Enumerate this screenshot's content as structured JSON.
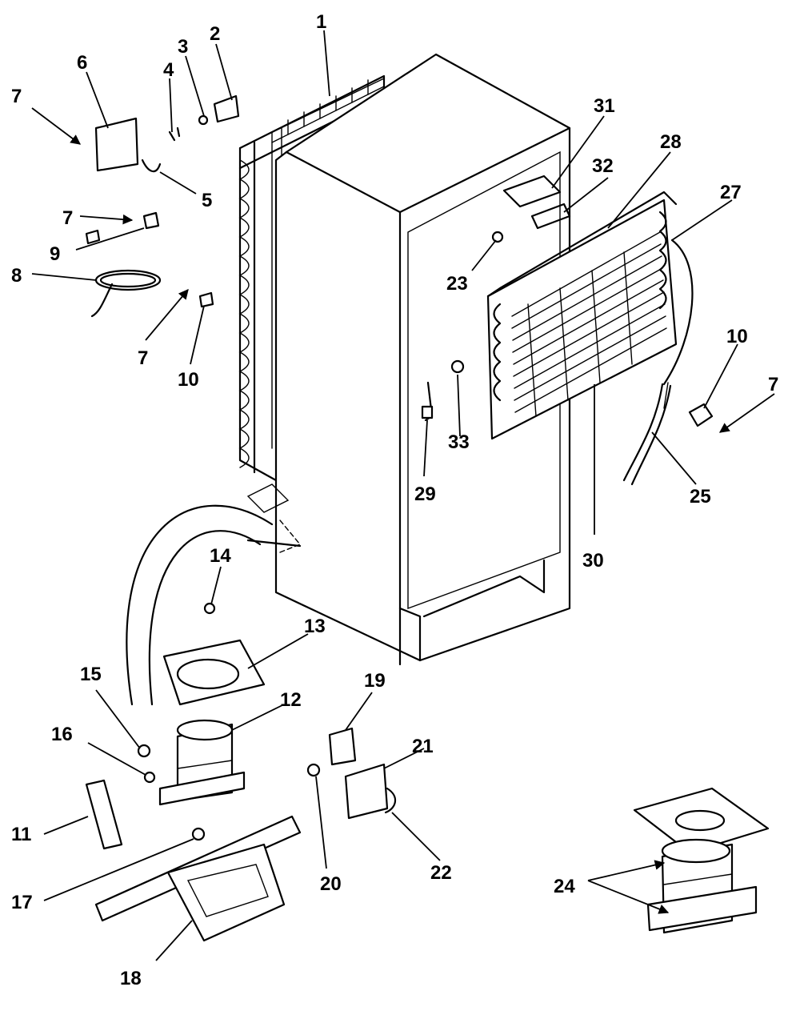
{
  "callouts": {
    "c1": "1",
    "c2": "2",
    "c3": "3",
    "c4": "4",
    "c5": "5",
    "c6": "6",
    "c7a": "7",
    "c7b": "7",
    "c7c": "7",
    "c7d": "7",
    "c8": "8",
    "c9": "9",
    "c10a": "10",
    "c10b": "10",
    "c11": "11",
    "c12": "12",
    "c13": "13",
    "c14": "14",
    "c15": "15",
    "c16": "16",
    "c17": "17",
    "c18": "18",
    "c19": "19",
    "c20": "20",
    "c21": "21",
    "c22": "22",
    "c23": "23",
    "c24": "24",
    "c25": "25",
    "c27": "27",
    "c28": "28",
    "c29": "29",
    "c30": "30",
    "c31": "31",
    "c32": "32",
    "c33": "33"
  }
}
